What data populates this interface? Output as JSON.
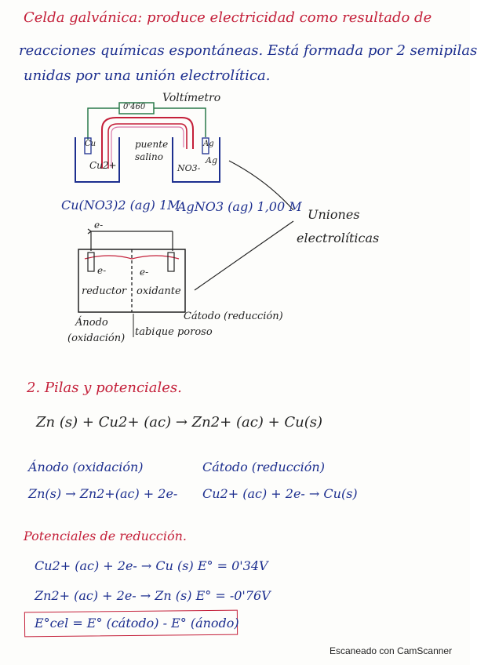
{
  "intro": {
    "line1": "Celda galvánica: produce electricidad como resultado de",
    "line2": "reacciones químicas espontáneas. Está formada por 2 semipilas",
    "line3": "unidas por una unión electrolítica."
  },
  "diagram1": {
    "voltmeter_reading": "0'460",
    "voltmeter_label": "Voltímetro",
    "left_electrode": "Cu",
    "left_ion": "Cu2+",
    "salt_bridge_line1": "puente",
    "salt_bridge_line2": "salino",
    "right_ion": "NO3-",
    "right_electrode": "Ag",
    "right_ion2": "Ag",
    "left_solution": "Cu(NO3)2 (ag) 1M",
    "right_solution": "AgNO3 (ag) 1,00 M",
    "uniones_line1": "Uniones",
    "uniones_line2": "electrolíticas"
  },
  "diagram2": {
    "electron_label": "e-",
    "left_e": "e-",
    "right_e": "e-",
    "reductor": "reductor",
    "oxidante": "oxidante",
    "anodo_line1": "Ánodo",
    "anodo_line2": "(oxidación)",
    "tabique": "tabique poroso",
    "catodo": "Cátodo (reducción)"
  },
  "section2": {
    "title": "2. Pilas y potenciales.",
    "reaction": "Zn (s) + Cu2+ (ac) → Zn2+ (ac) + Cu(s)",
    "anodo_header": "Ánodo (oxidación)",
    "catodo_header": "Cátodo (reducción)",
    "anodo_reaction": "Zn(s) → Zn2+(ac) + 2e-",
    "catodo_reaction": "Cu2+ (ac) + 2e- → Cu(s)"
  },
  "section3": {
    "title": "Potenciales de reducción.",
    "reaction1": "Cu2+ (ac) + 2e- → Cu (s)   E° = 0'34V",
    "reaction2": "Zn2+ (ac) + 2e- → Zn (s)   E° = -0'76V",
    "formula": "E°cel = E° (cátodo) - E° (ánodo)"
  },
  "watermark": "Escaneado con CamScanner"
}
